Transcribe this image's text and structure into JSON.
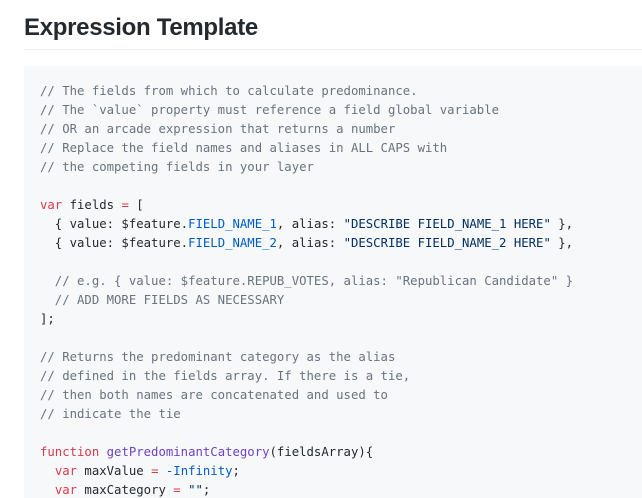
{
  "heading": "Expression Template",
  "code_lines": [
    [
      {
        "t": "// The fields from which to calculate predominance.",
        "k": "c"
      }
    ],
    [
      {
        "t": "// The `value` property must reference a field global variable",
        "k": "c"
      }
    ],
    [
      {
        "t": "// OR an arcade expression that returns a number",
        "k": "c"
      }
    ],
    [
      {
        "t": "// Replace the field names and aliases in ALL CAPS with",
        "k": "c"
      }
    ],
    [
      {
        "t": "// the competing fields in your layer",
        "k": "c"
      }
    ],
    [],
    [
      {
        "t": "var",
        "k": "k"
      },
      {
        "t": " fields "
      },
      {
        "t": "=",
        "k": "k"
      },
      {
        "t": " ["
      }
    ],
    [
      {
        "t": "  { value: $feature."
      },
      {
        "t": "FIELD_NAME_1",
        "k": "p"
      },
      {
        "t": ", alias: "
      },
      {
        "t": "\"DESCRIBE FIELD_NAME_1 HERE\"",
        "k": "s"
      },
      {
        "t": " },"
      }
    ],
    [
      {
        "t": "  { value: $feature."
      },
      {
        "t": "FIELD_NAME_2",
        "k": "p"
      },
      {
        "t": ", alias: "
      },
      {
        "t": "\"DESCRIBE FIELD_NAME_2 HERE\"",
        "k": "s"
      },
      {
        "t": " },"
      }
    ],
    [],
    [
      {
        "t": "  // e.g. { value: $feature.REPUB_VOTES, alias: \"Republican Candidate\" }",
        "k": "c"
      }
    ],
    [
      {
        "t": "  // ADD MORE FIELDS AS NECESSARY",
        "k": "c"
      }
    ],
    [
      {
        "t": "];"
      }
    ],
    [],
    [
      {
        "t": "// Returns the predominant category as the alias",
        "k": "c"
      }
    ],
    [
      {
        "t": "// defined in the fields array. If there is a tie,",
        "k": "c"
      }
    ],
    [
      {
        "t": "// then both names are concatenated and used to",
        "k": "c"
      }
    ],
    [
      {
        "t": "// indicate the tie",
        "k": "c"
      }
    ],
    [],
    [
      {
        "t": "function",
        "k": "k"
      },
      {
        "t": " "
      },
      {
        "t": "getPredominantCategory",
        "k": "f"
      },
      {
        "t": "(fieldsArray){"
      }
    ],
    [
      {
        "t": "  "
      },
      {
        "t": "var",
        "k": "k"
      },
      {
        "t": " maxValue "
      },
      {
        "t": "=",
        "k": "k"
      },
      {
        "t": " "
      },
      {
        "t": "-Infinity",
        "k": "p"
      },
      {
        "t": ";"
      }
    ],
    [
      {
        "t": "  "
      },
      {
        "t": "var",
        "k": "k"
      },
      {
        "t": " maxCategory "
      },
      {
        "t": "=",
        "k": "k"
      },
      {
        "t": " "
      },
      {
        "t": "\"\"",
        "k": "s"
      },
      {
        "t": ";"
      }
    ]
  ],
  "colors": {
    "code_background": "#f6f8fa",
    "comment": "#6a737d",
    "keyword": "#d73a49",
    "string": "#032f62",
    "constant": "#005cc5",
    "function_name": "#6f42c1"
  }
}
